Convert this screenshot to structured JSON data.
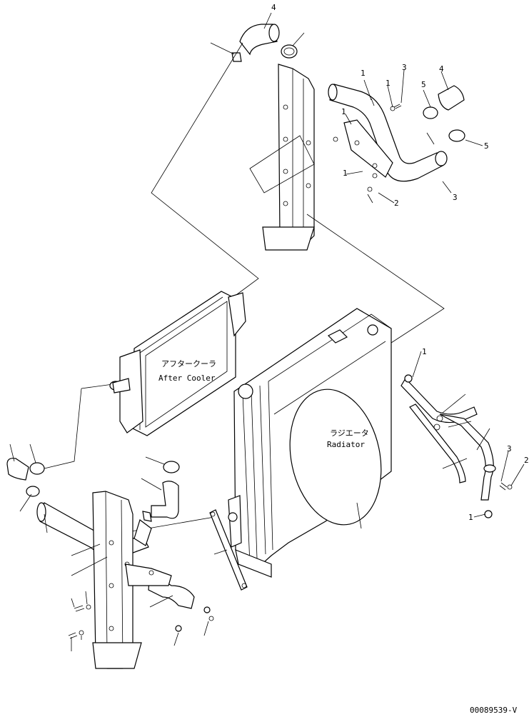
{
  "drawing": {
    "doc_number": "00089539-V",
    "components": {
      "after_cooler": {
        "jp": "アフタークーラ",
        "en": "After Cooler"
      },
      "radiator": {
        "jp": "ラジエータ",
        "en": "Radiator"
      }
    },
    "callouts": {
      "c1": "1",
      "c2": "4",
      "c3": "1",
      "c4": "1",
      "c5": "3",
      "c6": "4",
      "c7": "5",
      "c8": "5",
      "c9": "1",
      "c10": "3",
      "c11": "2",
      "c12": "1",
      "c13": "3",
      "c14": "2",
      "c15": "1"
    }
  }
}
